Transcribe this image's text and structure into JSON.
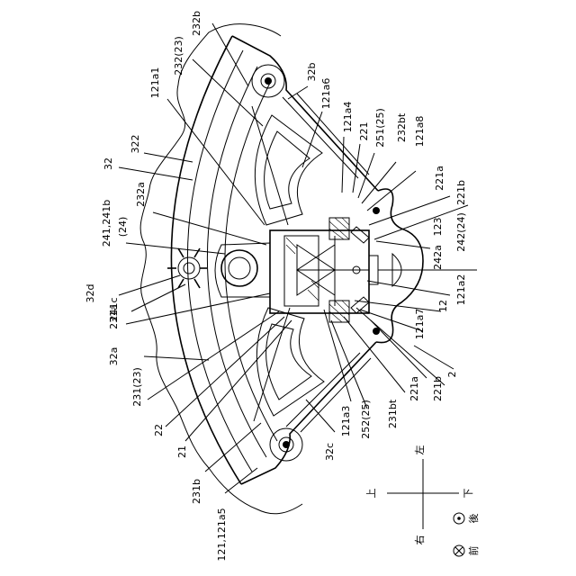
{
  "figure": {
    "labels": {
      "232b": "232b",
      "232_23_top": "232(23)",
      "121a1": "121a1",
      "32b": "32b",
      "121a6": "121a6",
      "322": "322",
      "121a4": "121a4",
      "221_top": "221",
      "251_25": "251(25)",
      "232bt": "232bt",
      "121a8": "121a8",
      "32": "32",
      "232a": "232a",
      "221a_top": "221a",
      "221b_top": "221b",
      "241_241b": "241,241b",
      "24_paren": "(24)",
      "123": "123",
      "242_24": "242(24)",
      "242a": "242a",
      "32d": "32d",
      "241c": "241c",
      "231a": "231a",
      "121a2": "121a2",
      "12": "12",
      "121a7": "121a7",
      "32a": "32a",
      "231_23": "231(23)",
      "2": "2",
      "221a_bot": "221a",
      "221b_bot": "221b",
      "231bt": "231bt",
      "252_25": "252(25)",
      "121a3": "121a3",
      "22": "22",
      "21": "21",
      "32c": "32c",
      "231b": "231b",
      "121_121a5": "121,121a5"
    },
    "legend": {
      "up": "上",
      "down": "下",
      "left": "左",
      "right": "右",
      "front": "前",
      "back": "後"
    }
  }
}
